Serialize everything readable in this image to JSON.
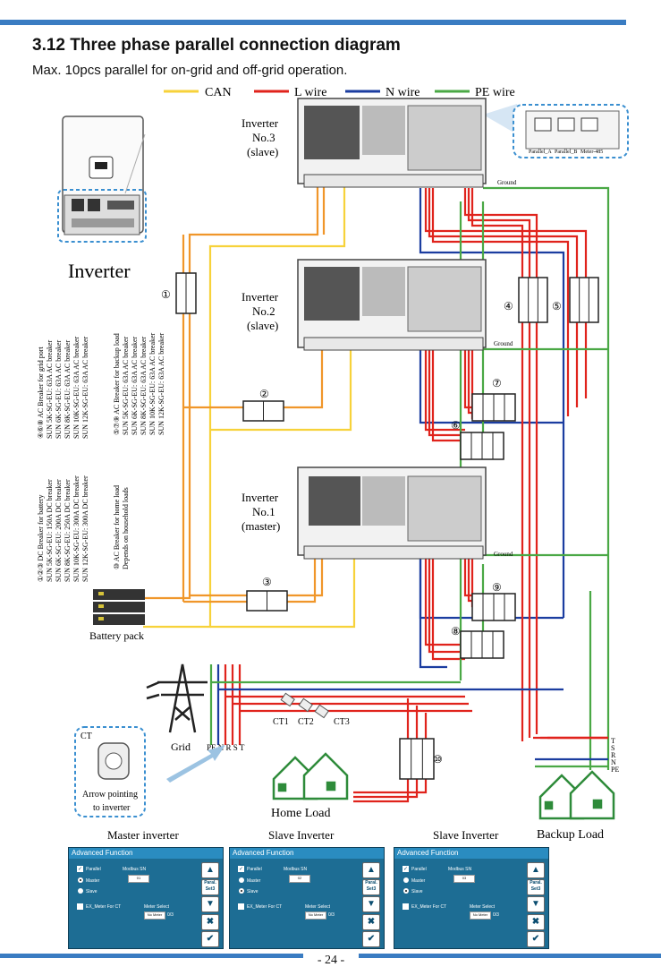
{
  "page": {
    "title": "3.12 Three phase parallel connection diagram",
    "subtitle": "Max. 10pcs parallel for on-grid and off-grid operation.",
    "page_number": "- 24 -"
  },
  "legend": [
    {
      "label": "CAN",
      "color": "#f7d23a"
    },
    {
      "label": "L wire",
      "color": "#e0231c"
    },
    {
      "label": "N wire",
      "color": "#1b3da0"
    },
    {
      "label": "PE wire",
      "color": "#4aa845"
    }
  ],
  "wire_colors": {
    "orange": "#f0962a",
    "grey": "#777777"
  },
  "inverters": [
    {
      "line1": "Inverter",
      "line2": "No.3",
      "line3": "(slave)"
    },
    {
      "line1": "Inverter",
      "line2": "No.2",
      "line3": "(slave)"
    },
    {
      "line1": "Inverter",
      "line2": "No.1",
      "line3": "(master)"
    }
  ],
  "inverter_icon_label": "Inverter",
  "ground_label": "Ground",
  "ports": {
    "a": "Parallel_A",
    "b": "Parallel_B",
    "c": "Meter-485"
  },
  "breaker_numbers": [
    "①",
    "②",
    "③",
    "④",
    "⑤",
    "⑥",
    "⑦",
    "⑧",
    "⑨",
    "⑩"
  ],
  "notes": {
    "grid_breaker": [
      "④⑥⑧ AC Breaker for grid port",
      "SUN 5K-SG-EU: 63A AC breaker",
      "SUN 6K-SG-EU: 63A AC breaker",
      "SUN 8K-SG-EU: 63A AC breaker",
      "SUN 10K-SG-EU: 63A AC breaker",
      "SUN 12K-SG-EU: 63A AC breaker"
    ],
    "backup_breaker": [
      "⑤⑦⑨ AC Breaker for backup load",
      "SUN 5K-SG-EU: 63A AC breaker",
      "SUN 6K-SG-EU: 63A AC breaker",
      "SUN 8K-SG-EU: 63A AC breaker",
      "SUN 10K-SG-EU: 63A AC breaker",
      "SUN 12K-SG-EU: 63A AC breaker"
    ],
    "battery_breaker": [
      "①②③ DC Breaker for battery",
      "SUN 5K-SG-EU: 150A DC breaker",
      "SUN 6K-SG-EU: 200A DC breaker",
      "SUN 8K-SG-EU: 250A DC breaker",
      "SUN 10K-SG-EU: 300A DC breaker",
      "SUN 12K-SG-EU: 300A DC breaker"
    ],
    "home_breaker": [
      "⑩ AC Breaker for home load",
      "Depends on household loads"
    ]
  },
  "battery_label": "Battery pack",
  "grid": {
    "label": "Grid",
    "phases": "PE N R S T"
  },
  "ct_labels": [
    "CT1",
    "CT2",
    "CT3"
  ],
  "ct_box": {
    "title": "CT",
    "line1": "Arrow pointing",
    "line2": "to inverter"
  },
  "home_load_label": "Home Load",
  "backup_load_label": "Backup Load",
  "backup_phases": [
    "T",
    "S",
    "R",
    "N",
    "PE"
  ],
  "screens": [
    {
      "caption": "Master inverter",
      "header": "Advanced Function",
      "parallel": "Parallel",
      "master": "Master",
      "slave": "Slave",
      "modbus_label": "Modbus SN",
      "modbus_sn": "01",
      "ex_meter": "EX_Meter For CT",
      "meter_select": "Meter Select",
      "meter_value": "No Meter",
      "meter_count": "0/3",
      "paral_l1": "Paral.",
      "paral_l2": "Set3",
      "selected": "master"
    },
    {
      "caption": "Slave Inverter",
      "header": "Advanced Function",
      "parallel": "Parallel",
      "master": "Master",
      "slave": "Slave",
      "modbus_label": "Modbus SN",
      "modbus_sn": "02",
      "ex_meter": "EX_Meter For CT",
      "meter_select": "Meter Select",
      "meter_value": "No Meter",
      "meter_count": "0/3",
      "paral_l1": "Paral.",
      "paral_l2": "Set3",
      "selected": "slave"
    },
    {
      "caption": "Slave Inverter",
      "header": "Advanced Function",
      "parallel": "Parallel",
      "master": "Master",
      "slave": "Slave",
      "modbus_label": "Modbus SN",
      "modbus_sn": "03",
      "ex_meter": "EX_Meter For CT",
      "meter_select": "Meter Select",
      "meter_value": "No Meter",
      "meter_count": "0/3",
      "paral_l1": "Paral.",
      "paral_l2": "Set3",
      "selected": "slave"
    }
  ]
}
